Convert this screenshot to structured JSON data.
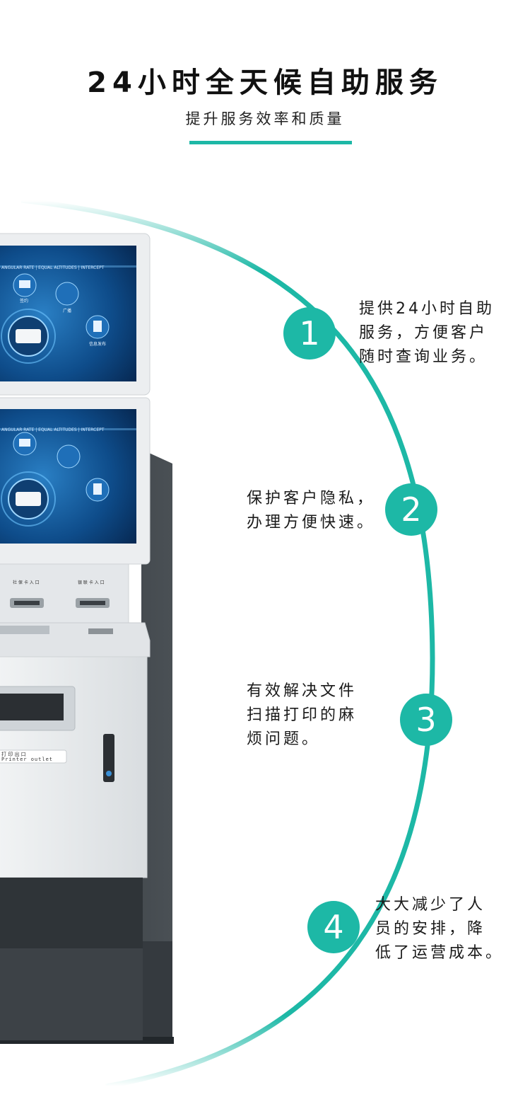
{
  "header": {
    "title": "24小时全天候自助服务",
    "subtitle": "提升服务效率和质量"
  },
  "colors": {
    "accent": "#1db8a6",
    "machine_dark": "#3a3f44",
    "machine_light": "#e9ecee"
  },
  "features": [
    {
      "number": "1",
      "lines": [
        "提供24小时自助",
        "服务，方便客户",
        "随时查询业务。"
      ]
    },
    {
      "number": "2",
      "lines": [
        "保护客户隐私，",
        "办理方便快速。"
      ]
    },
    {
      "number": "3",
      "lines": [
        "有效解决文件",
        "扫描打印的麻",
        "烦问题。"
      ]
    },
    {
      "number": "4",
      "lines": [
        "大大减少了人",
        "员的安排，降",
        "低了运营成本。"
      ]
    }
  ],
  "machine": {
    "screen_tabs": "ANGULAR RATE | EQUAL ALTITUDES | INTERCEPT",
    "screen_icon_labels": [
      "签约",
      "广播",
      "信息发布"
    ],
    "slot_labels": [
      "社 保 卡 入 口",
      "银 联 卡 入 口"
    ],
    "printer_label_cn": "打 印 出 口",
    "printer_label_en": "Printer outlet"
  }
}
